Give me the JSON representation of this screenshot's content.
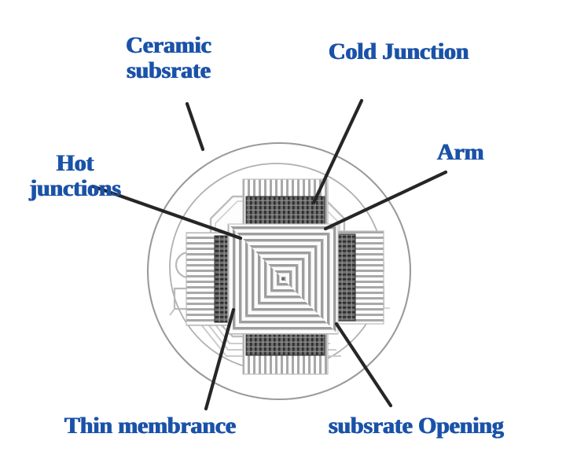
{
  "figure": {
    "title": "Thermopile sensor chip micrograph with callout labels",
    "accent_color": "#1a52a8",
    "background_color": "#ffffff",
    "leader_line_color": "#262626",
    "chip_outline_color": "#8c8c8c"
  },
  "labels": {
    "ceramic_substrate": "Ceramic subsrate",
    "cold_junction": "Cold Junction",
    "hot_junctions": "Hot junctions",
    "arm": "Arm",
    "thin_membrance": "Thin membrance",
    "substrate_opening": "subsrate Opening"
  },
  "label_lines": {
    "ceramic_substrate_1": "Ceramic",
    "ceramic_substrate_2": "subsrate",
    "hot_junctions_1": "Hot",
    "hot_junctions_2": "junctions"
  },
  "callouts": [
    {
      "name": "ceramic-substrate",
      "text": "Ceramic subsrate",
      "leader_from": [
        258,
        190
      ],
      "leader_to": [
        238,
        132
      ]
    },
    {
      "name": "cold-junction",
      "text": "Cold Junction",
      "leader_from": [
        399,
        258
      ],
      "leader_to": [
        460,
        128
      ]
    },
    {
      "name": "hot-junctions",
      "text": "Hot junctions",
      "leader_from": [
        306,
        303
      ],
      "leader_to": [
        118,
        237
      ]
    },
    {
      "name": "arm",
      "text": "Arm",
      "leader_from": [
        414,
        291
      ],
      "leader_to": [
        567,
        219
      ]
    },
    {
      "name": "thin-membrance",
      "text": "Thin membrance",
      "leader_from": [
        297,
        394
      ],
      "leader_to": [
        262,
        520
      ]
    },
    {
      "name": "substrate-opening",
      "text": "subsrate Opening",
      "leader_from": [
        428,
        412
      ],
      "leader_to": [
        497,
        516
      ]
    }
  ],
  "diagram_parts": {
    "outer_package_circle": "ceramic substrate disc outline",
    "inner_circle": "inner substrate ring",
    "membrane_octagon": "thin membrane etched opening",
    "thermopile_arms": [
      "top-arm",
      "right-arm",
      "bottom-arm",
      "left-arm"
    ],
    "cold_junction_bands": "dark comb bands at outer ends of each arm",
    "hot_junction_center": "pinwheel stripe pattern at chip center",
    "bond_pads": [
      "left-bond-pad",
      "right-bond-pad"
    ]
  }
}
